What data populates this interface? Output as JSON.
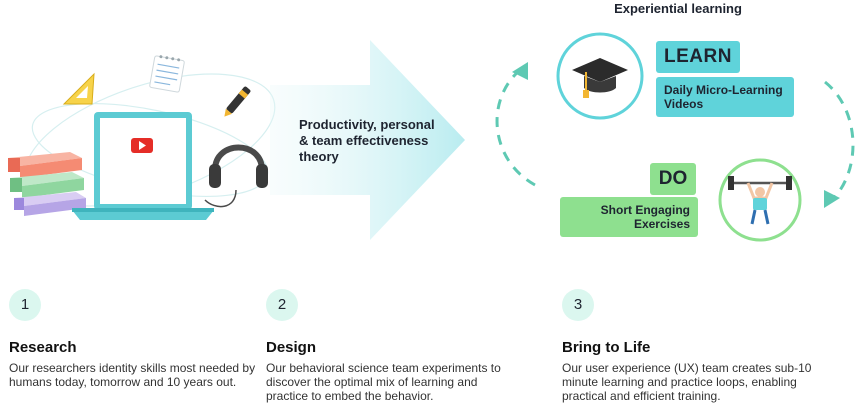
{
  "arrow": {
    "text": "Productivity, personal & team effectiveness theory"
  },
  "experiential": {
    "title": "Experiential learning",
    "learn_label": "LEARN",
    "learn_detail": "Daily Micro-Learning Videos",
    "do_label": "DO",
    "do_detail": "Short Engaging Exercises"
  },
  "steps": [
    {
      "number": "1",
      "title": "Research",
      "description": "Our researchers identity skills most needed by humans today, tomorrow and 10 years out."
    },
    {
      "number": "2",
      "title": "Design",
      "description": "Our behavioral science team experiments to discover the optimal mix of learning and practice to embed the behavior."
    },
    {
      "number": "3",
      "title": "Bring to Life",
      "description": "Our user experience (UX) team creates sub-10 minute learning and practice loops, enabling practical and efficient training."
    }
  ],
  "colors": {
    "learn": "#5fd3da",
    "do": "#8ee08f",
    "step_circle": "#dbf7ef",
    "cycle_stroke": "#5ec9b3"
  },
  "icons": {
    "laptop": "laptop-icon",
    "youtube": "play-button-icon",
    "books": "books-icon",
    "headphones": "headphones-icon",
    "notepad": "notepad-icon",
    "pen": "pen-icon",
    "ruler": "triangle-ruler-icon",
    "graduation": "graduation-cap-icon",
    "weightlifter": "weightlifter-icon"
  }
}
